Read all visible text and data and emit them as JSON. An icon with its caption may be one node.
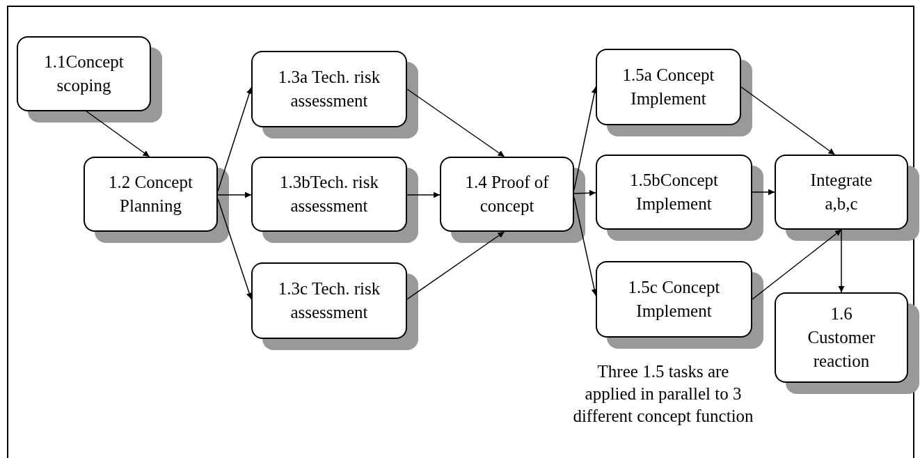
{
  "diagram": {
    "nodes": [
      {
        "text": [
          "1.1Concept scoping"
        ]
      },
      {
        "text": [
          "1.2 Concept Planning"
        ]
      },
      {
        "text": [
          "1.3a Tech. risk assessment"
        ]
      },
      {
        "text": [
          "1.3bTech. risk assessment"
        ]
      },
      {
        "text": [
          "1.3c Tech. risk assessment"
        ]
      },
      {
        "text": [
          "1.4 Proof of concept"
        ]
      },
      {
        "text": [
          "1.5a Concept Implement"
        ]
      },
      {
        "text": [
          "1.5bConcept Implement"
        ]
      },
      {
        "text": [
          "1.5c Concept Implement"
        ]
      },
      {
        "text": [
          "Integrate a,b,c"
        ]
      },
      {
        "text": [
          "1.6 Customer reaction"
        ]
      }
    ],
    "edges": [
      {
        "from": 0,
        "to": 1,
        "arrow": "to"
      },
      {
        "from": 1,
        "to": 2,
        "arrow": "to"
      },
      {
        "from": 1,
        "to": 3,
        "arrow": "to"
      },
      {
        "from": 1,
        "to": 4,
        "arrow": "to"
      },
      {
        "from": 2,
        "to": 5,
        "arrow": "to"
      },
      {
        "from": 3,
        "to": 5,
        "arrow": "to"
      },
      {
        "from": 4,
        "to": 5,
        "arrow": "to"
      },
      {
        "from": 5,
        "to": 6,
        "arrow": "to"
      },
      {
        "from": 5,
        "to": 7,
        "arrow": "to"
      },
      {
        "from": 5,
        "to": 8,
        "arrow": "to"
      },
      {
        "from": 6,
        "to": 9,
        "arrow": "to"
      },
      {
        "from": 7,
        "to": 9,
        "arrow": "to"
      },
      {
        "from": 8,
        "to": 9,
        "arrow": "to"
      },
      {
        "from": 9,
        "to": 10,
        "arrow": "to"
      }
    ],
    "labels": [
      "Three 1.5 tasks are applied in parallel to 3 different concept function"
    ]
  }
}
